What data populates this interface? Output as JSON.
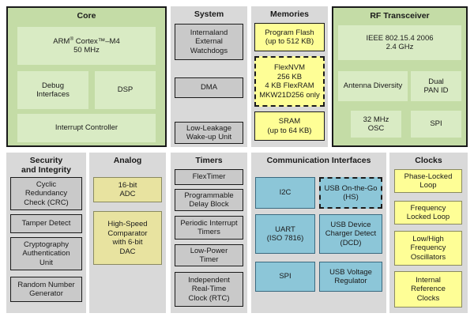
{
  "colors": {
    "core_green": "#c4dca6",
    "gray_panel": "#d9d9d9",
    "memory_yellow": "#fefe96",
    "comm_blue": "#8cc6d8",
    "analog_olive": "#e8e3a0"
  },
  "core": {
    "title": "Core",
    "cpu_prefix": "ARM",
    "cpu_reg": "®",
    "cpu_line1_rest": " Cortex™–M4",
    "cpu_line2": "50 MHz",
    "debug": "Debug\nInterfaces",
    "dsp": "DSP",
    "interrupt": "Interrupt Controller"
  },
  "system": {
    "title": "System",
    "watchdogs": "Internaland\nExternal\nWatchdogs",
    "dma": "DMA",
    "low_leakage": "Low-Leakage\nWake-up Unit"
  },
  "memories": {
    "title": "Memories",
    "flash": "Program Flash\n(up to 512 KB)",
    "flexnvm": "FlexNVM\n256 KB\n4 KB FlexRAM\nMKW21D256 only",
    "sram": "SRAM\n(up to 64 KB)"
  },
  "rf": {
    "title": "RF Transceiver",
    "standard": "IEEE 802.15.4 2006\n2.4 GHz",
    "antenna": "Antenna Diversity",
    "dual_pan": "Dual\nPAN ID",
    "osc": "32 MHz\nOSC",
    "spi": "SPI"
  },
  "security": {
    "title": "Security\nand Integrity",
    "crc": "Cyclic\nRedundancy\nCheck (CRC)",
    "tamper": "Tamper Detect",
    "crypto": "Cryptography\nAuthentication\nUnit",
    "rng": "Random Number\nGenerator"
  },
  "analog": {
    "title": "Analog",
    "adc": "16-bit\nADC",
    "comparator": "High-Speed\nComparator\nwith 6-bit\nDAC"
  },
  "timers": {
    "title": "Timers",
    "flextimer": "FlexTimer",
    "pdb": "Programmable\nDelay Block",
    "pit": "Periodic Interrupt\nTimers",
    "lpt": "Low-Power\nTimer",
    "rtc": "Independent\nReal-Time\nClock (RTC)"
  },
  "comm": {
    "title": "Communication Interfaces",
    "i2c": "I2C",
    "usb_otg": "USB On-the-Go\n(HS)",
    "uart": "UART\n(ISO 7816)",
    "usb_dcd": "USB Device\nCharger Detect\n(DCD)",
    "spi": "SPI",
    "usb_reg": "USB Voltage\nRegulator"
  },
  "clocks": {
    "title": "Clocks",
    "pll": "Phase-Locked\nLoop",
    "fll": "Frequency\nLocked Loop",
    "osc": "Low/High\nFrequency\nOscillators",
    "irc": "Internal\nReference\nClocks"
  }
}
